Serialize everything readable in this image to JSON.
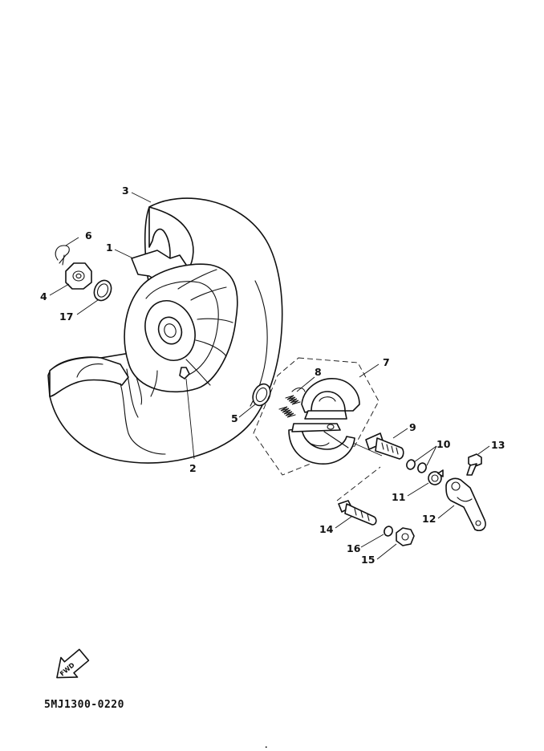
{
  "callouts": {
    "c1": "1",
    "c2": "2",
    "c3": "3",
    "c4": "4",
    "c5": "5",
    "c6": "6",
    "c7": "7",
    "c8": "8",
    "c9": "9",
    "c10": "10",
    "c11": "11",
    "c12": "12",
    "c13": "13",
    "c14": "14",
    "c15": "15",
    "c16": "16",
    "c17": "17"
  },
  "fwd_label": "FWD",
  "diagram_code": "5MJ1300-0220"
}
